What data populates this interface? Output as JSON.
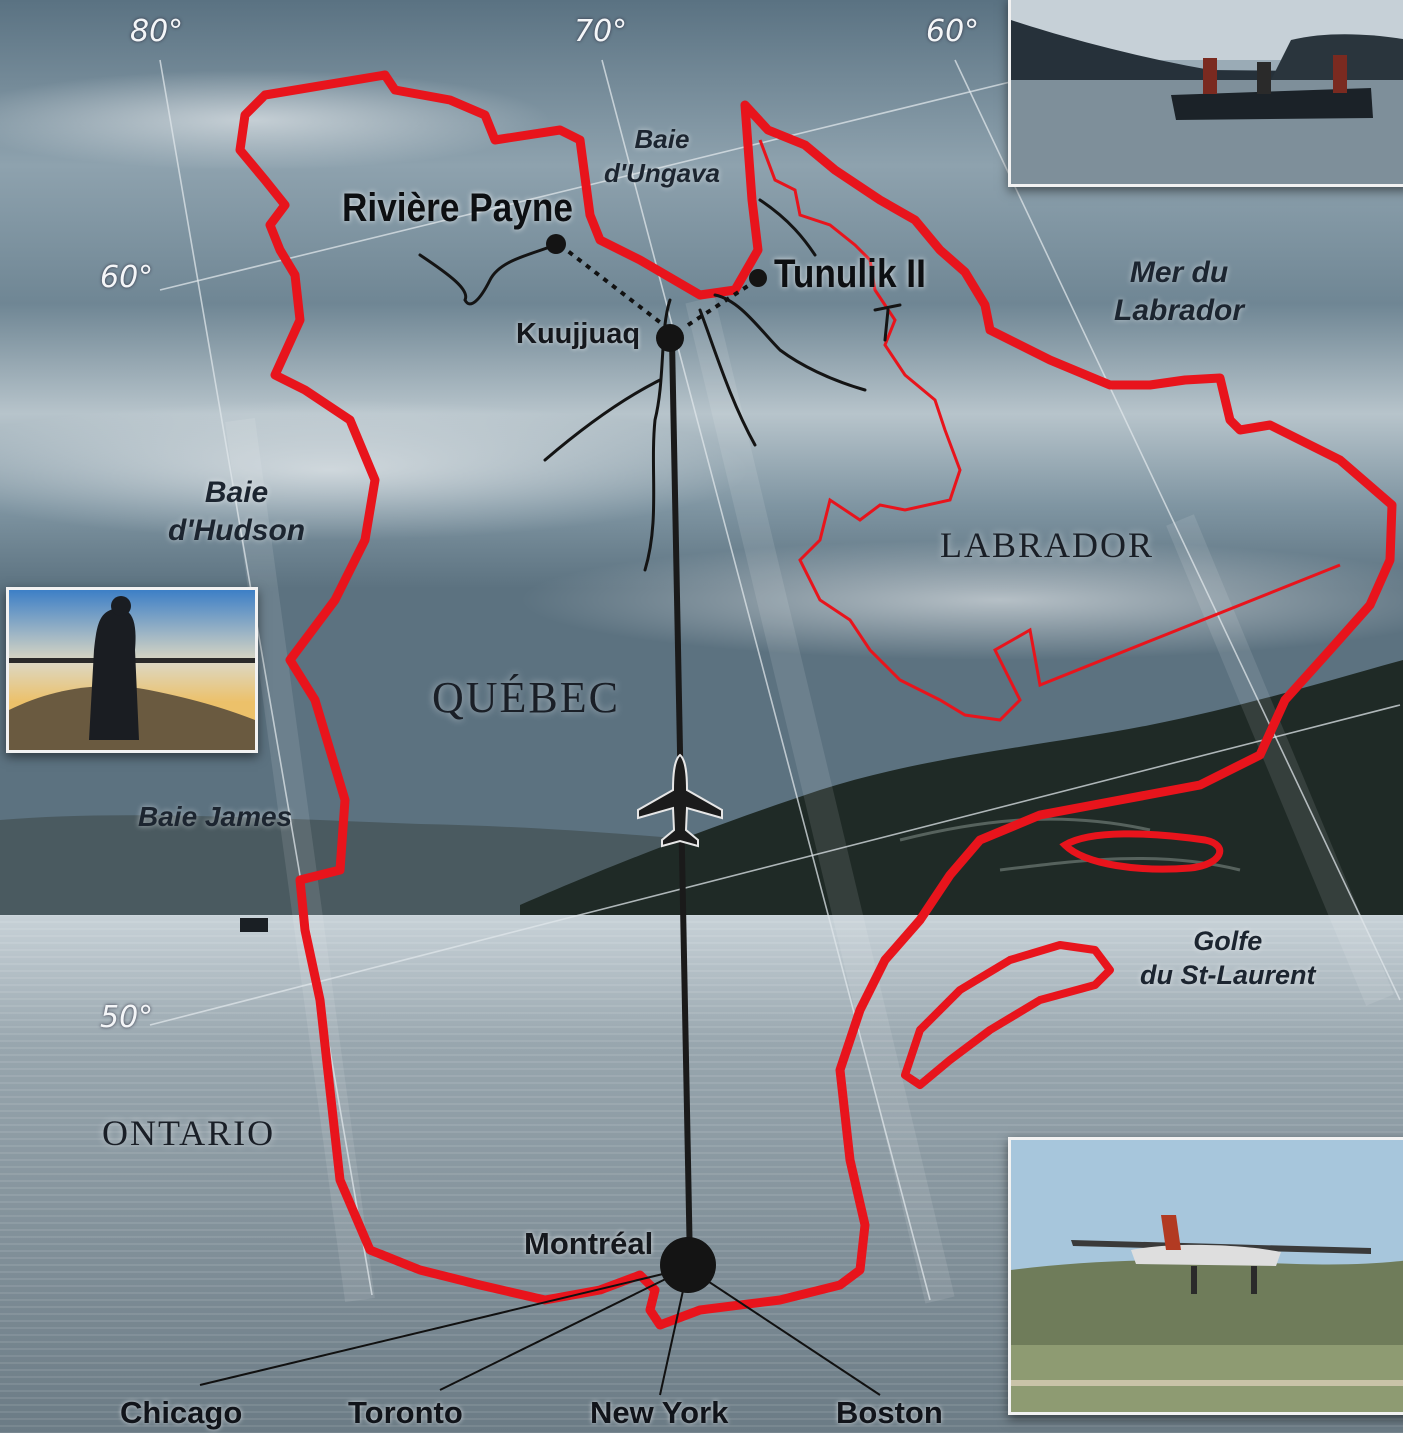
{
  "graticule": {
    "lon_labels": [
      "80°",
      "70°",
      "60°"
    ],
    "lat_labels": [
      "60°",
      "50°"
    ]
  },
  "water_bodies": {
    "baie_ungava": [
      "Baie",
      "d'Ungava"
    ],
    "mer_labrador": [
      "Mer du",
      "Labrador"
    ],
    "baie_hudson": [
      "Baie",
      "d'Hudson"
    ],
    "baie_james": "Baie James",
    "golfe": [
      "Golfe",
      "du St-Laurent"
    ]
  },
  "regions": {
    "quebec": "QUÉBEC",
    "labrador": "LABRADOR",
    "ontario": "ONTARIO"
  },
  "places": {
    "riviere_payne": "Rivière Payne",
    "tunulik": "Tunulik II",
    "kuujjuaq": "Kuujjuaq",
    "montreal": "Montréal"
  },
  "destinations": [
    "Chicago",
    "Toronto",
    "New York",
    "Boston"
  ],
  "colors": {
    "border": "#e8141c",
    "sky_top": "#3d5668",
    "sky_mid": "#a9b9c3",
    "water": "#8d9aa3",
    "hills": "#1e2722",
    "route": "#1a1a1a"
  },
  "icons": [
    "airplane-icon"
  ]
}
